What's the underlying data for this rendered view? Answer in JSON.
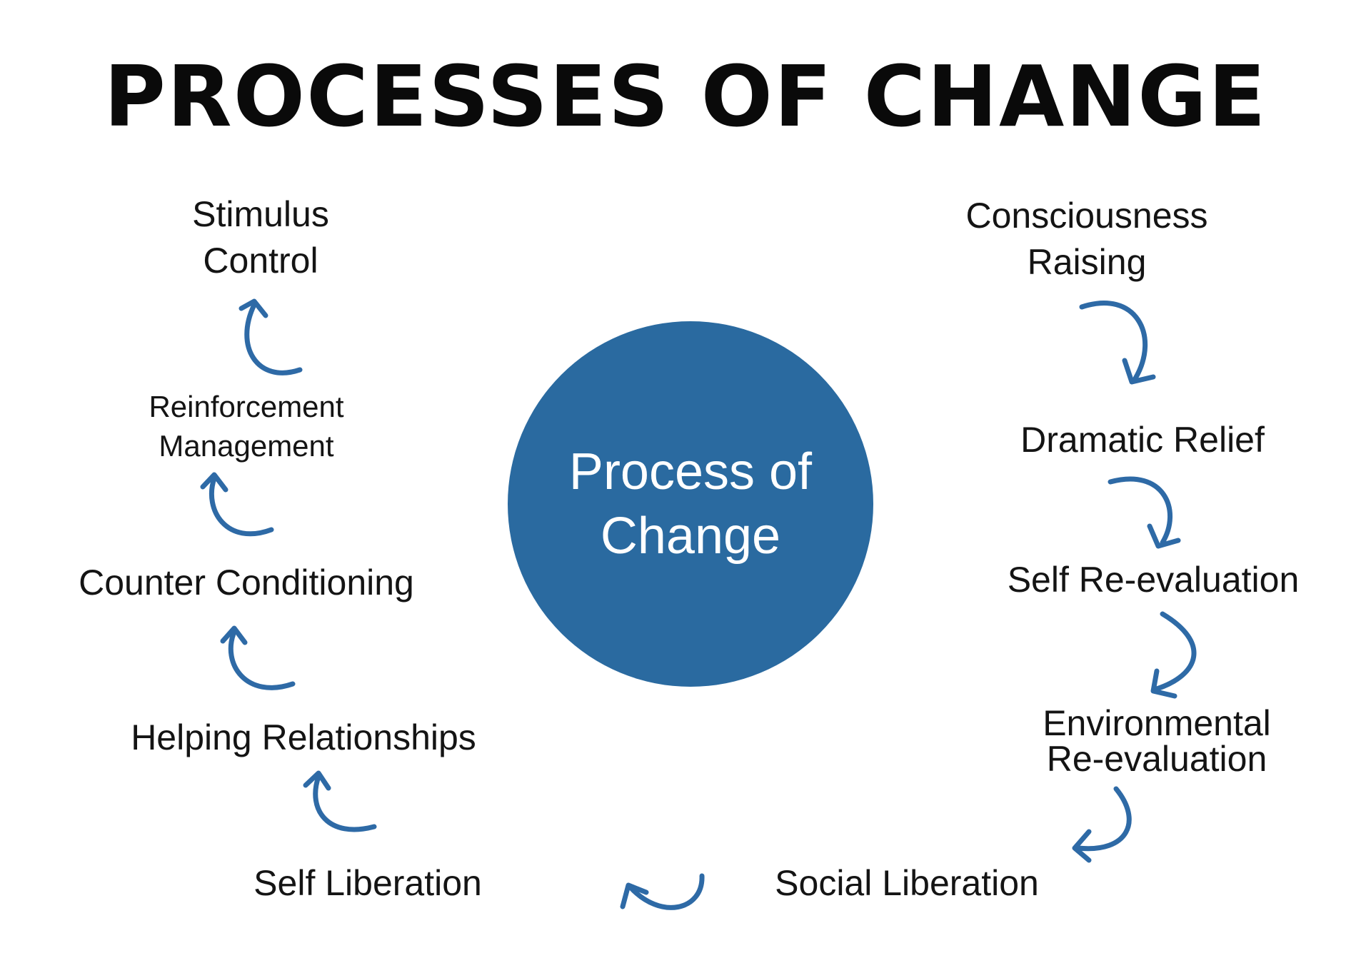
{
  "title": "PROCESSES OF CHANGE",
  "center": {
    "label": "Process of Change",
    "color": "#2a6aa0"
  },
  "arrow_color": "#2e6aa6",
  "processes": {
    "consciousness_raising": "Consciousness Raising",
    "dramatic_relief": "Dramatic Relief",
    "self_reevaluation": "Self Re-evaluation",
    "environmental_reevaluation": "Environmental Re-evaluation",
    "social_liberation": "Social Liberation",
    "self_liberation": "Self Liberation",
    "helping_relationships": "Helping Relationships",
    "counter_conditioning": "Counter Conditioning",
    "reinforcement_management": "Reinforcement Management",
    "stimulus_control": "Stimulus Control"
  }
}
